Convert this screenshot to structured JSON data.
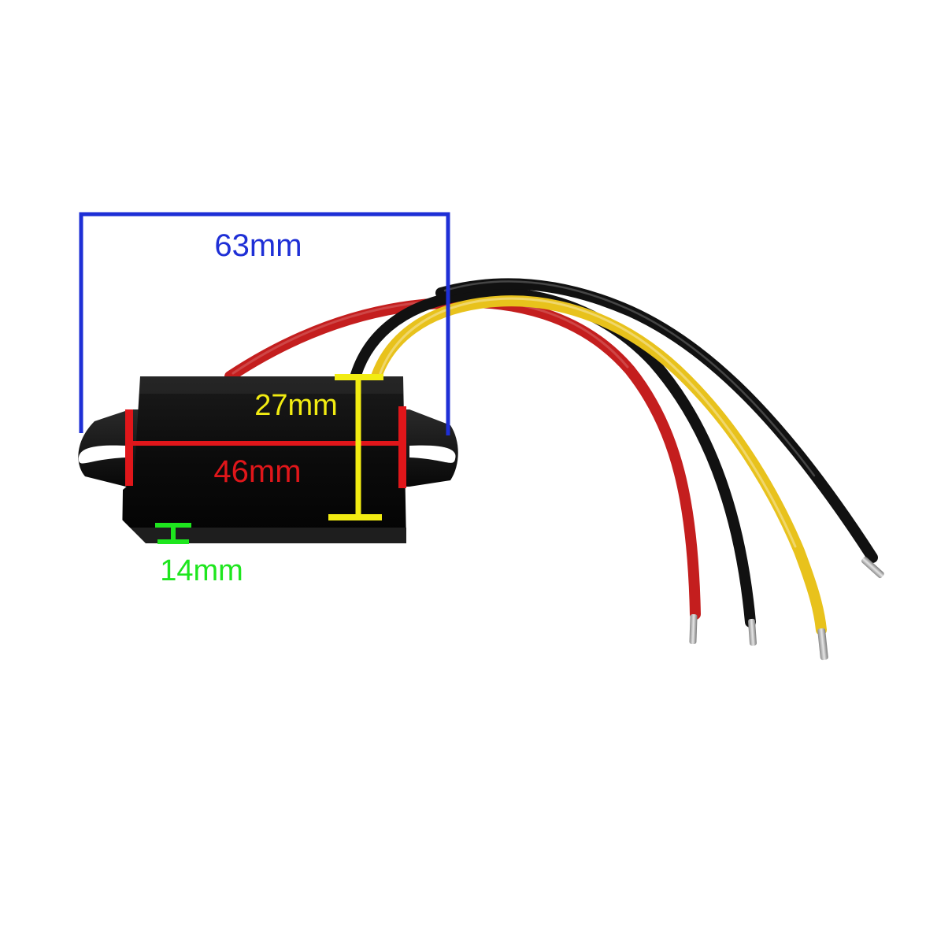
{
  "dimensions": {
    "length_overall": {
      "label": "63mm",
      "color": "#1e2fd6"
    },
    "body_width": {
      "label": "46mm",
      "color": "#e0161a"
    },
    "height": {
      "label": "27mm",
      "color": "#f2ec12"
    },
    "thickness": {
      "label": "14mm",
      "color": "#1ee61e"
    }
  },
  "wires": [
    {
      "name": "red",
      "color": "#c41e1e"
    },
    {
      "name": "black",
      "color": "#111111"
    },
    {
      "name": "yellow",
      "color": "#e8c21c"
    }
  ],
  "module": {
    "body_color": "#0c0c0c"
  }
}
